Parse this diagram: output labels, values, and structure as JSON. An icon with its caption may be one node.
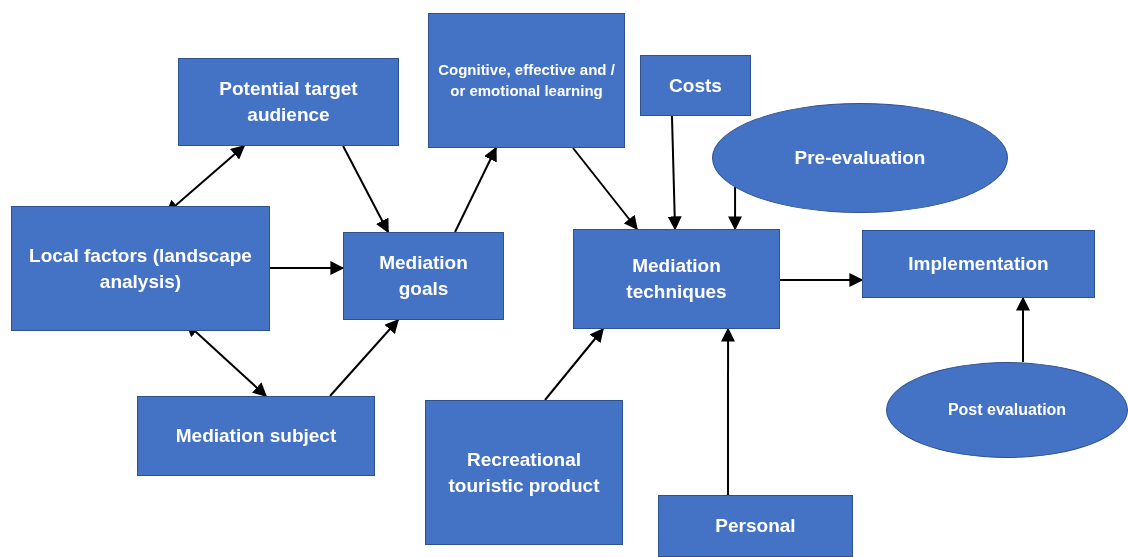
{
  "diagram": {
    "nodes": [
      {
        "text": [
          "Potential target audience"
        ]
      },
      {
        "text": [
          "Cognitive, effective and / or emotional learning"
        ]
      },
      {
        "text": [
          "Costs"
        ]
      },
      {
        "text": [
          "Pre-evaluation"
        ]
      },
      {
        "text": [
          "Local factors (landscape analysis)"
        ]
      },
      {
        "text": [
          "Mediation goals"
        ]
      },
      {
        "text": [
          "Mediation techniques"
        ]
      },
      {
        "text": [
          "Implementation"
        ]
      },
      {
        "text": [
          "Mediation subject"
        ]
      },
      {
        "text": [
          "Recreational touristic product"
        ]
      },
      {
        "text": [
          "Post evaluation"
        ]
      },
      {
        "text": [
          "Personal"
        ]
      }
    ],
    "edges": [
      {
        "from": 4,
        "to": 0,
        "arrow": "both"
      },
      {
        "from": 0,
        "to": 5,
        "arrow": "to"
      },
      {
        "from": 4,
        "to": 5,
        "arrow": "to"
      },
      {
        "from": 4,
        "to": 8,
        "arrow": "both"
      },
      {
        "from": 8,
        "to": 5,
        "arrow": "to"
      },
      {
        "from": 5,
        "to": 1,
        "arrow": "to"
      },
      {
        "from": 1,
        "to": 6,
        "arrow": "to"
      },
      {
        "from": 2,
        "to": 6,
        "arrow": "to"
      },
      {
        "from": 3,
        "to": 6,
        "arrow": "to"
      },
      {
        "from": 6,
        "to": 7,
        "arrow": "to"
      },
      {
        "from": 9,
        "to": 6,
        "arrow": "to"
      },
      {
        "from": 11,
        "to": 6,
        "arrow": "to"
      },
      {
        "from": 10,
        "to": 7,
        "arrow": "to"
      }
    ]
  }
}
